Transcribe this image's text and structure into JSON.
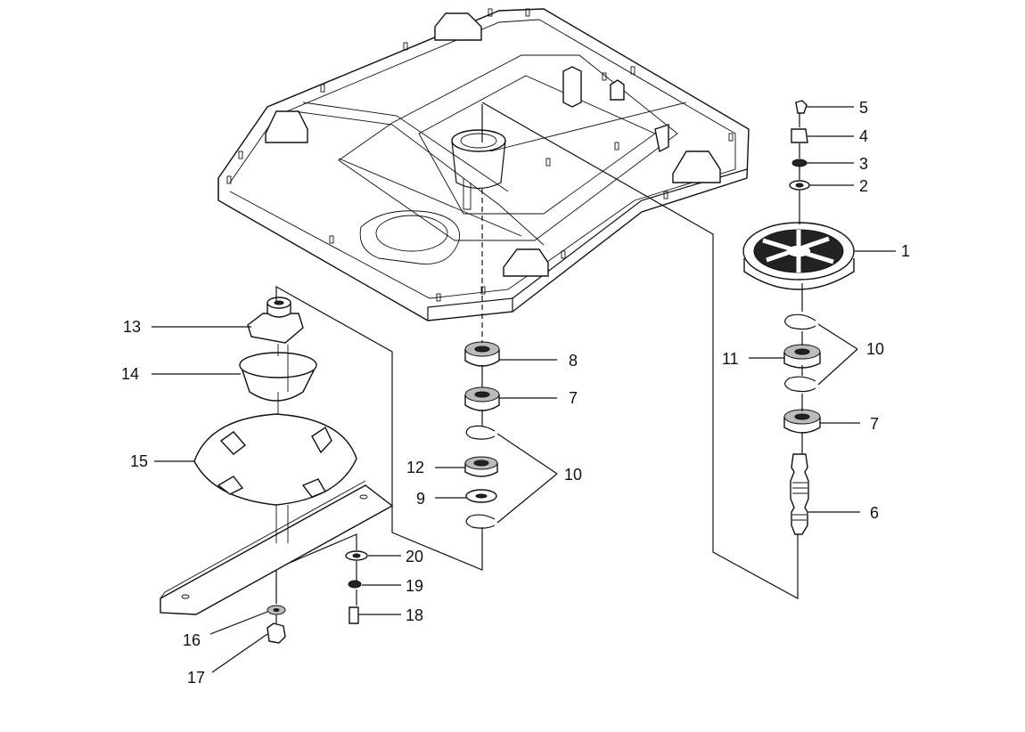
{
  "callouts": [
    {
      "id": "c1",
      "number": "1"
    },
    {
      "id": "c2",
      "number": "2"
    },
    {
      "id": "c3",
      "number": "3"
    },
    {
      "id": "c4",
      "number": "4"
    },
    {
      "id": "c5",
      "number": "5"
    },
    {
      "id": "c6",
      "number": "6"
    },
    {
      "id": "c7a",
      "number": "7"
    },
    {
      "id": "c7b",
      "number": "7"
    },
    {
      "id": "c8",
      "number": "8"
    },
    {
      "id": "c9",
      "number": "9"
    },
    {
      "id": "c10a",
      "number": "10"
    },
    {
      "id": "c10b",
      "number": "10"
    },
    {
      "id": "c11",
      "number": "11"
    },
    {
      "id": "c12",
      "number": "12"
    },
    {
      "id": "c13",
      "number": "13"
    },
    {
      "id": "c14",
      "number": "14"
    },
    {
      "id": "c15",
      "number": "15"
    },
    {
      "id": "c16",
      "number": "16"
    },
    {
      "id": "c17",
      "number": "17"
    },
    {
      "id": "c18",
      "number": "18"
    },
    {
      "id": "c19",
      "number": "19"
    },
    {
      "id": "c20",
      "number": "20"
    }
  ]
}
